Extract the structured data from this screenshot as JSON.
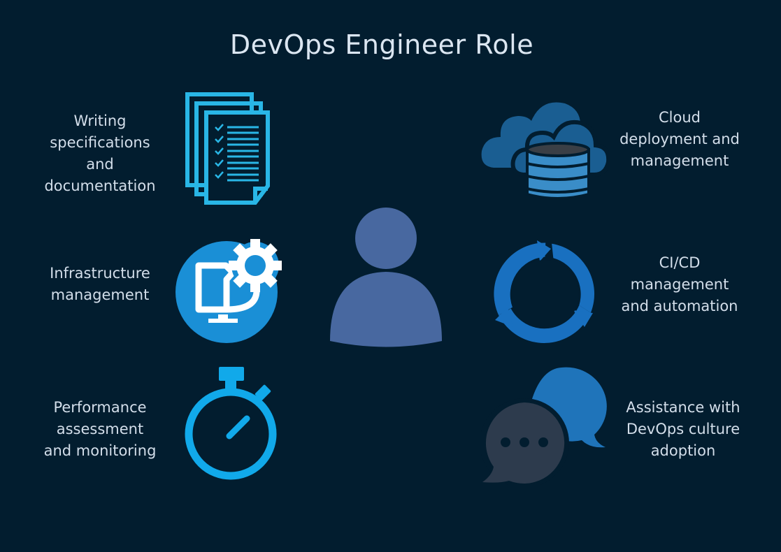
{
  "title": "DevOps Engineer Role",
  "colors": {
    "background": "#021d2f",
    "title_text": "#dbe6f1",
    "label_text": "#d3deea",
    "docs_icon": "#29b6e6",
    "infra_icon": "#1a8fd6",
    "stopwatch_icon": "#11a9ea",
    "cloud_dark": "#1a5e92",
    "database": "#3a8dc8",
    "cicd_icon": "#1970c0",
    "chat_blue": "#1f74ba",
    "chat_gray": "#2d3b4d",
    "person": "#4868a0"
  },
  "center": {
    "icon": "person-icon"
  },
  "left_items": [
    {
      "label": "Writing\nspecifications\nand\ndocumentation",
      "icon": "documents-checklist-icon"
    },
    {
      "label": "Infrastructure\nmanagement",
      "icon": "monitor-gear-icon"
    },
    {
      "label": "Performance\nassessment\nand monitoring",
      "icon": "stopwatch-icon"
    }
  ],
  "right_items": [
    {
      "label": "Cloud\ndeployment and\nmanagement",
      "icon": "cloud-database-icon"
    },
    {
      "label": "CI/CD\nmanagement\nand automation",
      "icon": "cycle-arrows-icon"
    },
    {
      "label": "Assistance with\nDevOps culture\nadoption",
      "icon": "chat-bubbles-icon"
    }
  ]
}
